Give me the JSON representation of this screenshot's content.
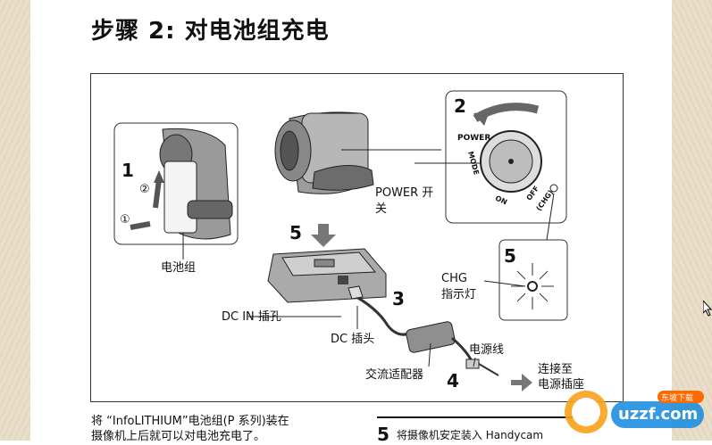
{
  "page_title": "步骤 2: 对电池组充电",
  "figure": {
    "step_numbers": [
      "1",
      "2",
      "3",
      "4",
      "5",
      "5"
    ],
    "sub_steps": [
      "①",
      "②"
    ],
    "labels": {
      "battery_pack": "电池组",
      "power_switch_line1": "POWER 开",
      "power_switch_line2": "关",
      "dc_in_jack": "DC IN 插孔",
      "dc_plug": "DC 插头",
      "ac_adaptor": "交流适配器",
      "power_cord": "电源线",
      "to_outlet_line1": "连接至",
      "to_outlet_line2": "电源插座",
      "chg_lamp_line1": "CHG",
      "chg_lamp_line2": "指示灯"
    },
    "dial_text": {
      "power": "POWER",
      "mode": "MODE",
      "on": "ON",
      "off": "OFF",
      "chg": "(CHG)"
    }
  },
  "body_text": {
    "line1": "将 “InfoLITHIUM”电池组(P 系列)装在",
    "line2": "摄像机上后就可以对电池充电了。"
  },
  "next_step": {
    "number": "5",
    "text": "将摄像机安定装入 Handycam"
  },
  "watermark": {
    "brand": "uzzf.com",
    "tag": "东坡下载"
  }
}
